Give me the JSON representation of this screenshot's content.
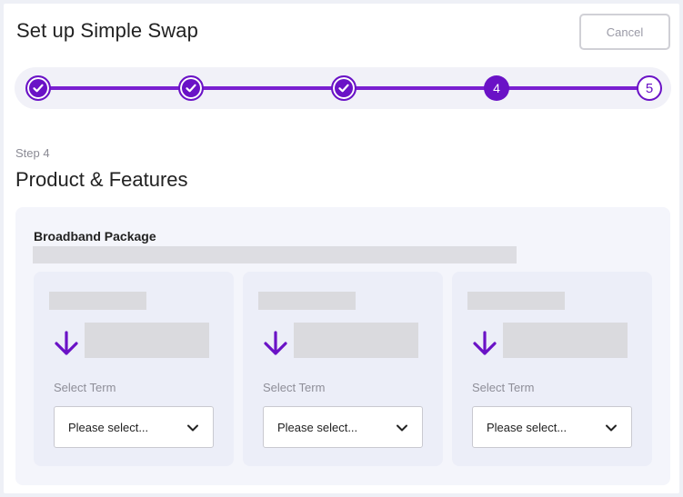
{
  "header": {
    "title": "Set up Simple Swap",
    "cancel_label": "Cancel"
  },
  "stepper": {
    "steps": [
      {
        "state": "complete",
        "label": ""
      },
      {
        "state": "complete",
        "label": ""
      },
      {
        "state": "complete",
        "label": ""
      },
      {
        "state": "current",
        "label": "4"
      },
      {
        "state": "upcoming",
        "label": "5"
      }
    ]
  },
  "step": {
    "label": "Step 4",
    "title": "Product & Features"
  },
  "panel": {
    "title": "Broadband Package",
    "cards": [
      {
        "term_label": "Select Term",
        "select_value": "Please select..."
      },
      {
        "term_label": "Select Term",
        "select_value": "Please select..."
      },
      {
        "term_label": "Select Term",
        "select_value": "Please select..."
      }
    ]
  },
  "colors": {
    "accent": "#6a12c6",
    "placeholder": "#dadade",
    "panel": "#f4f5fb",
    "card": "#eceef8"
  },
  "icons": {
    "step_complete": "check-icon",
    "swap": "arrow-down-icon",
    "dropdown": "chevron-down-icon"
  }
}
